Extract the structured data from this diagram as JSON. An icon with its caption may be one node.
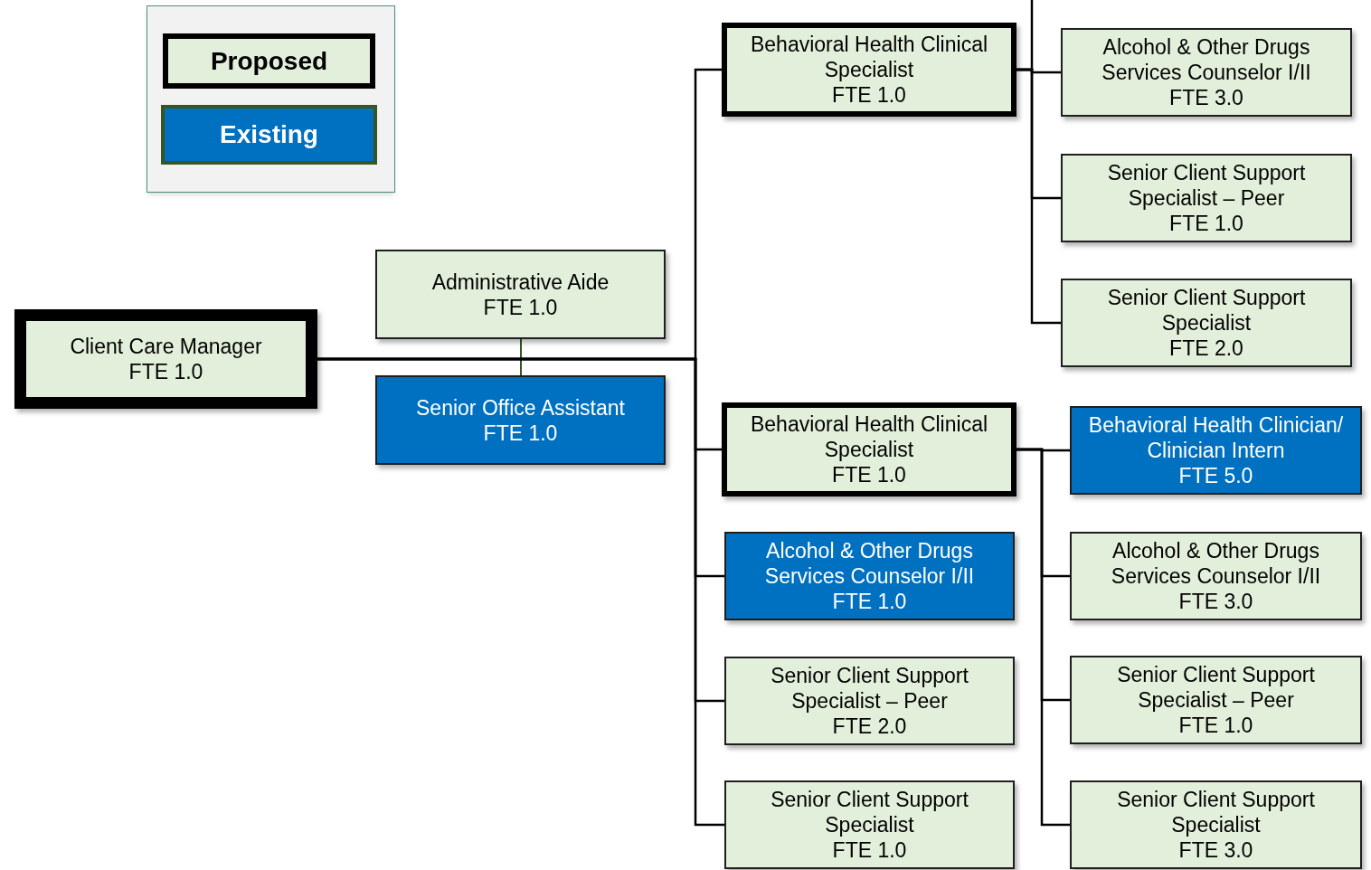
{
  "diagram": {
    "nodes": [
      {
        "text": [
          "Client Care Manager",
          "FTE 1.0"
        ]
      },
      {
        "text": [
          "Administrative Aide",
          "FTE 1.0"
        ]
      },
      {
        "text": [
          "Senior Office Assistant",
          "FTE 1.0"
        ]
      },
      {
        "text": [
          "Behavioral Health Clinical Specialist",
          "FTE 1.0"
        ]
      },
      {
        "text": [
          "Alcohol & Other Drugs Services Counselor I/II",
          "FTE 3.0"
        ]
      },
      {
        "text": [
          "Senior Client Support Specialist – Peer",
          "FTE 1.0"
        ]
      },
      {
        "text": [
          "Senior Client Support Specialist",
          "FTE 2.0"
        ]
      },
      {
        "text": [
          "Behavioral Health Clinical Specialist",
          "FTE 1.0"
        ]
      },
      {
        "text": [
          "Behavioral Health Clinician/ Clinician Intern",
          "FTE 5.0"
        ]
      },
      {
        "text": [
          "Alcohol & Other Drugs Services Counselor I/II",
          "FTE 3.0"
        ]
      },
      {
        "text": [
          "Senior Client Support Specialist – Peer",
          "FTE 1.0"
        ]
      },
      {
        "text": [
          "Senior Client Support Specialist",
          "FTE 3.0"
        ]
      },
      {
        "text": [
          "Alcohol & Other Drugs Services Counselor I/II",
          "FTE 1.0"
        ]
      },
      {
        "text": [
          "Senior Client Support Specialist – Peer",
          "FTE 2.0"
        ]
      },
      {
        "text": [
          "Senior Client Support Specialist",
          "FTE 1.0"
        ]
      }
    ],
    "edges": [
      {
        "from": 0,
        "to": 1,
        "arrow": "none",
        "color": "#375623"
      },
      {
        "from": 0,
        "to": 2,
        "arrow": "none",
        "color": "#375623"
      },
      {
        "from": 0,
        "to": 3,
        "arrow": "none"
      },
      {
        "from": 0,
        "to": 7,
        "arrow": "none"
      },
      {
        "from": 0,
        "to": 12,
        "arrow": "none"
      },
      {
        "from": 0,
        "to": 13,
        "arrow": "none"
      },
      {
        "from": 0,
        "to": 14,
        "arrow": "none"
      },
      {
        "from": 3,
        "to": null,
        "arrow": "none"
      },
      {
        "from": 3,
        "to": 4,
        "arrow": "none"
      },
      {
        "from": 3,
        "to": 5,
        "arrow": "none"
      },
      {
        "from": 3,
        "to": 6,
        "arrow": "none"
      },
      {
        "from": 7,
        "to": 8,
        "arrow": "none"
      },
      {
        "from": 7,
        "to": 9,
        "arrow": "none"
      },
      {
        "from": 7,
        "to": 10,
        "arrow": "none"
      },
      {
        "from": 7,
        "to": 11,
        "arrow": "none"
      }
    ],
    "legend": [
      {
        "text": "Proposed",
        "color": "#e2efda"
      },
      {
        "text": "Existing",
        "color": "#0070c0"
      }
    ]
  }
}
